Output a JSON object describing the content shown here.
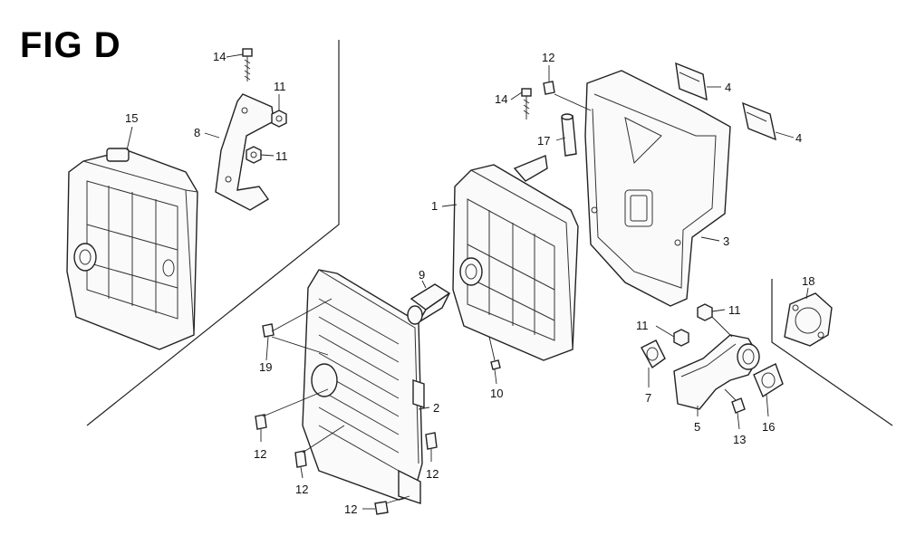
{
  "figure": {
    "title": "FIG D"
  },
  "callouts": [
    {
      "id": "c-14a",
      "text": "14"
    },
    {
      "id": "c-11a",
      "text": "11"
    },
    {
      "id": "c-8",
      "text": "8"
    },
    {
      "id": "c-11b",
      "text": "11"
    },
    {
      "id": "c-15",
      "text": "15"
    },
    {
      "id": "c-12a",
      "text": "12"
    },
    {
      "id": "c-14b",
      "text": "14"
    },
    {
      "id": "c-17",
      "text": "17"
    },
    {
      "id": "c-1",
      "text": "1"
    },
    {
      "id": "c-4a",
      "text": "4"
    },
    {
      "id": "c-4b",
      "text": "4"
    },
    {
      "id": "c-3",
      "text": "3"
    },
    {
      "id": "c-9",
      "text": "9"
    },
    {
      "id": "c-19",
      "text": "19"
    },
    {
      "id": "c-2",
      "text": "2"
    },
    {
      "id": "c-12b",
      "text": "12"
    },
    {
      "id": "c-12c",
      "text": "12"
    },
    {
      "id": "c-12d",
      "text": "12"
    },
    {
      "id": "c-12e",
      "text": "12"
    },
    {
      "id": "c-10",
      "text": "10"
    },
    {
      "id": "c-11c",
      "text": "11"
    },
    {
      "id": "c-11d",
      "text": "11"
    },
    {
      "id": "c-7",
      "text": "7"
    },
    {
      "id": "c-5",
      "text": "5"
    },
    {
      "id": "c-13",
      "text": "13"
    },
    {
      "id": "c-16",
      "text": "16"
    },
    {
      "id": "c-18",
      "text": "18"
    }
  ]
}
